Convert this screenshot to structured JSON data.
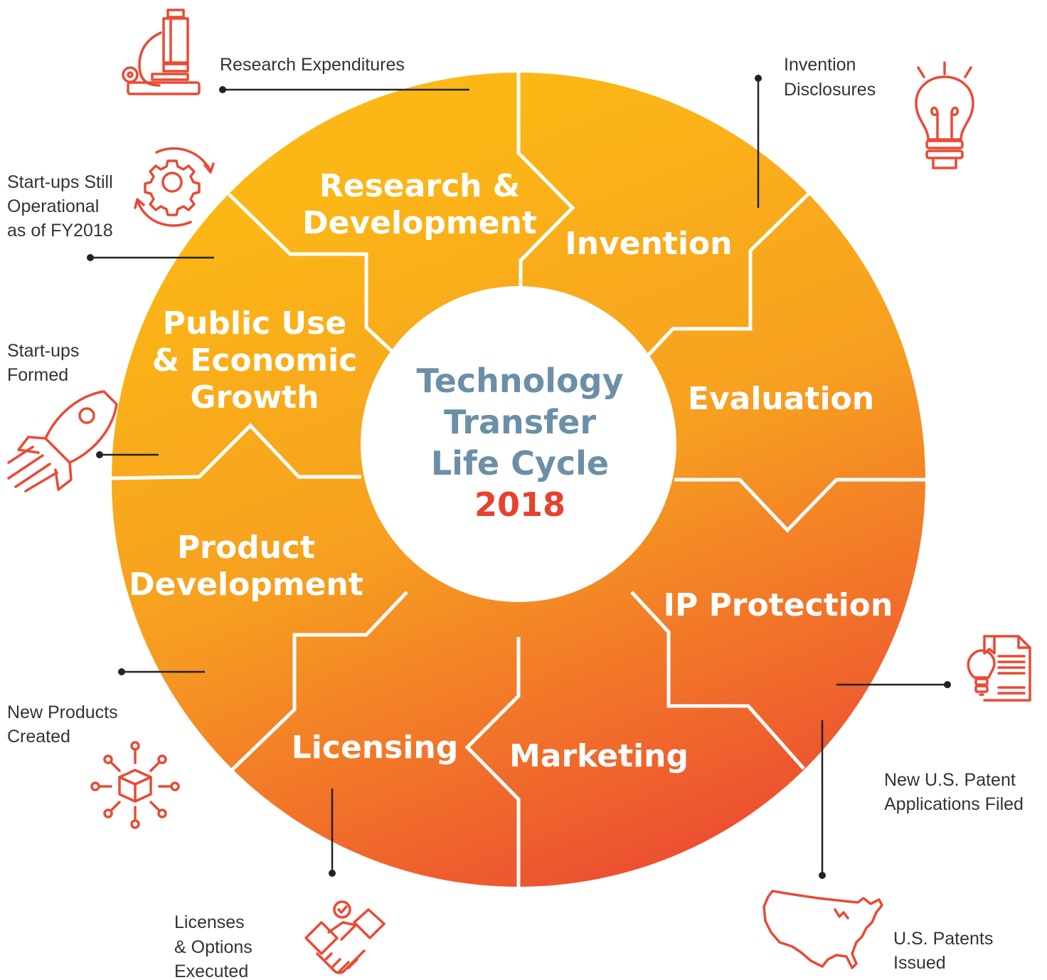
{
  "center": {
    "line1": "Technology",
    "line2": "Transfer",
    "line3": "Life Cycle",
    "year": "2018"
  },
  "segments": {
    "research_1": "Research &",
    "research_2": "Development",
    "invention": "Invention",
    "evaluation": "Evaluation",
    "ip_protection": "IP Protection",
    "marketing": "Marketing",
    "licensing": "Licensing",
    "product_1": "Product",
    "product_2": "Development",
    "public_1": "Public Use",
    "public_2": "& Economic",
    "public_3": "Growth"
  },
  "annotations": {
    "research_expenditures": "Research Expenditures",
    "invention_1": "Invention",
    "invention_2": "Disclosures",
    "startups_still_1": "Start-ups Still",
    "startups_still_2": "Operational",
    "startups_still_3": "as of FY2018",
    "startups_formed_1": "Start-ups",
    "startups_formed_2": "Formed",
    "new_products_1": "New Products",
    "new_products_2": "Created",
    "licenses_1": "Licenses",
    "licenses_2": "& Options",
    "licenses_3": "Executed",
    "patent_apps_1": "New U.S. Patent",
    "patent_apps_2": "Applications Filed",
    "patents_issued_1": "U.S. Patents",
    "patents_issued_2": "Issued"
  },
  "icons": [
    "microscope-icon",
    "light-bulb-icon",
    "gear-cycle-icon",
    "rocket-icon",
    "patent-document-icon",
    "product-cube-icon",
    "handshake-icon",
    "usa-map-icon"
  ],
  "colors": {
    "gradient_top": "#fbb716",
    "gradient_bottom": "#ec4a32",
    "center_title": "#6b8fa6",
    "year": "#e8412d",
    "icon": "#e94a35"
  }
}
